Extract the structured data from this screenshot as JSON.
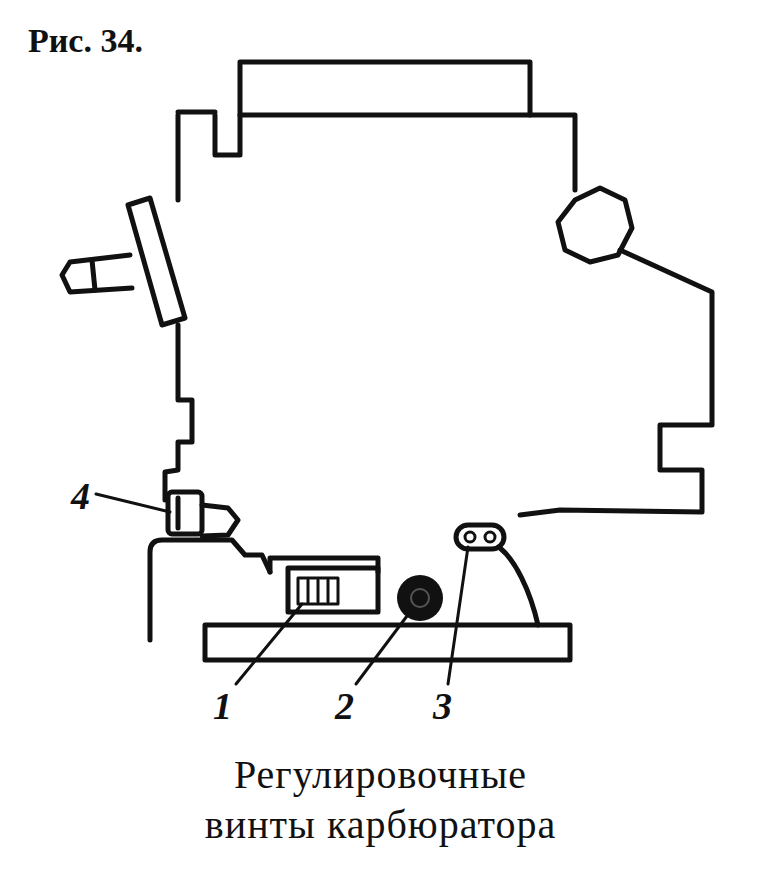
{
  "diagram": {
    "title": "Рис. 34.",
    "caption": "Регулировочные винты карбюратора",
    "labels": [
      "4",
      "1",
      "2",
      "3"
    ]
  }
}
